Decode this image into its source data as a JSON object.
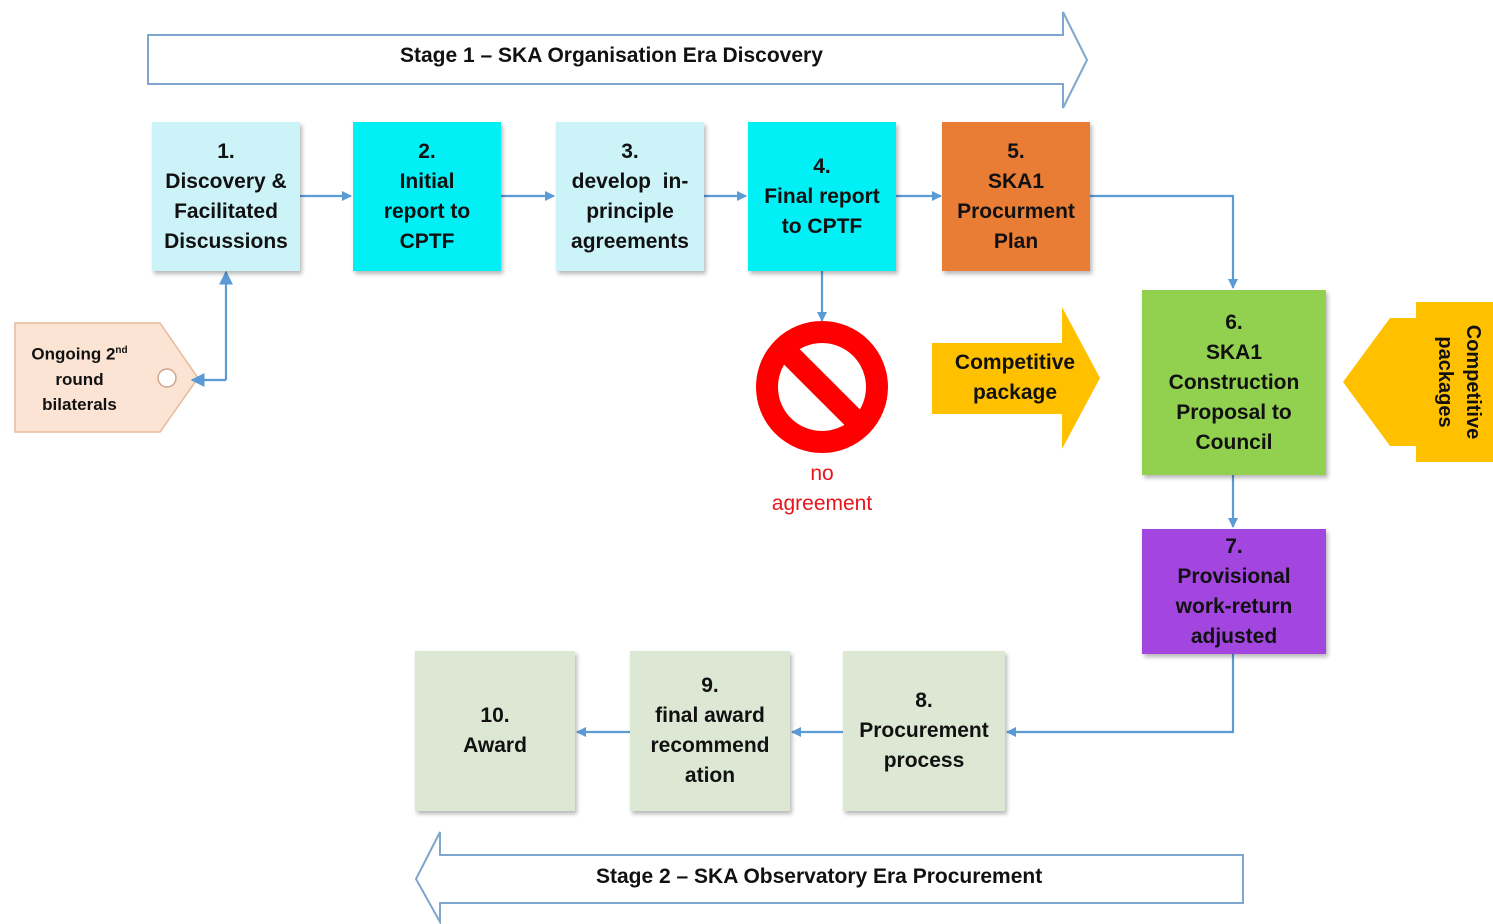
{
  "stage1": {
    "label": "Stage 1 – SKA Organisation Era Discovery"
  },
  "stage2": {
    "label": "Stage 2 – SKA Observatory Era Procurement"
  },
  "steps": [
    {
      "number": "1.",
      "lines": [
        "Discovery &",
        "Facilitated",
        "Discussions"
      ],
      "color": "#ccf4f8"
    },
    {
      "number": "2.",
      "lines": [
        "Initial",
        "report to",
        "CPTF"
      ],
      "color": "#00f0f5"
    },
    {
      "number": "3.",
      "lines": [
        "develop  in-",
        "principle",
        "agreements"
      ],
      "color": "#ccf4f8"
    },
    {
      "number": "4.",
      "lines": [
        "Final report",
        "to CPTF"
      ],
      "color": "#00f0f5"
    },
    {
      "number": "5.",
      "lines": [
        "SKA1",
        "Procurment",
        "Plan"
      ],
      "color": "#ea7d35"
    },
    {
      "number": "6.",
      "lines": [
        "SKA1",
        "Construction",
        "Proposal to",
        "Council"
      ],
      "color": "#92d050"
    },
    {
      "number": "7.",
      "lines": [
        "Provisional",
        "work-return",
        "adjusted"
      ],
      "color": "#a346e0"
    },
    {
      "number": "8.",
      "lines": [
        "Procurement",
        "process"
      ],
      "color": "#dce8d4"
    },
    {
      "number": "9.",
      "lines": [
        "final award",
        "recommend",
        "ation"
      ],
      "color": "#dce8d4"
    },
    {
      "number": "10.",
      "lines": [
        "Award"
      ],
      "color": "#dce8d4"
    }
  ],
  "tag": {
    "line1": "Ongoing 2",
    "superscript": "nd",
    "line2": "round",
    "line3": "bilaterals",
    "color": "#fbe4d4"
  },
  "no_agreement": {
    "lines": [
      "no",
      "agreement"
    ],
    "icon": "prohibited-sign-icon",
    "color": "#ff0000"
  },
  "competitive_left": {
    "lines": [
      "Competitive",
      "package"
    ],
    "color": "#ffc000"
  },
  "competitive_right": {
    "lines": [
      "Competitive",
      "packages"
    ],
    "color": "#ffc000"
  },
  "connector_color": "#5b9bd5"
}
